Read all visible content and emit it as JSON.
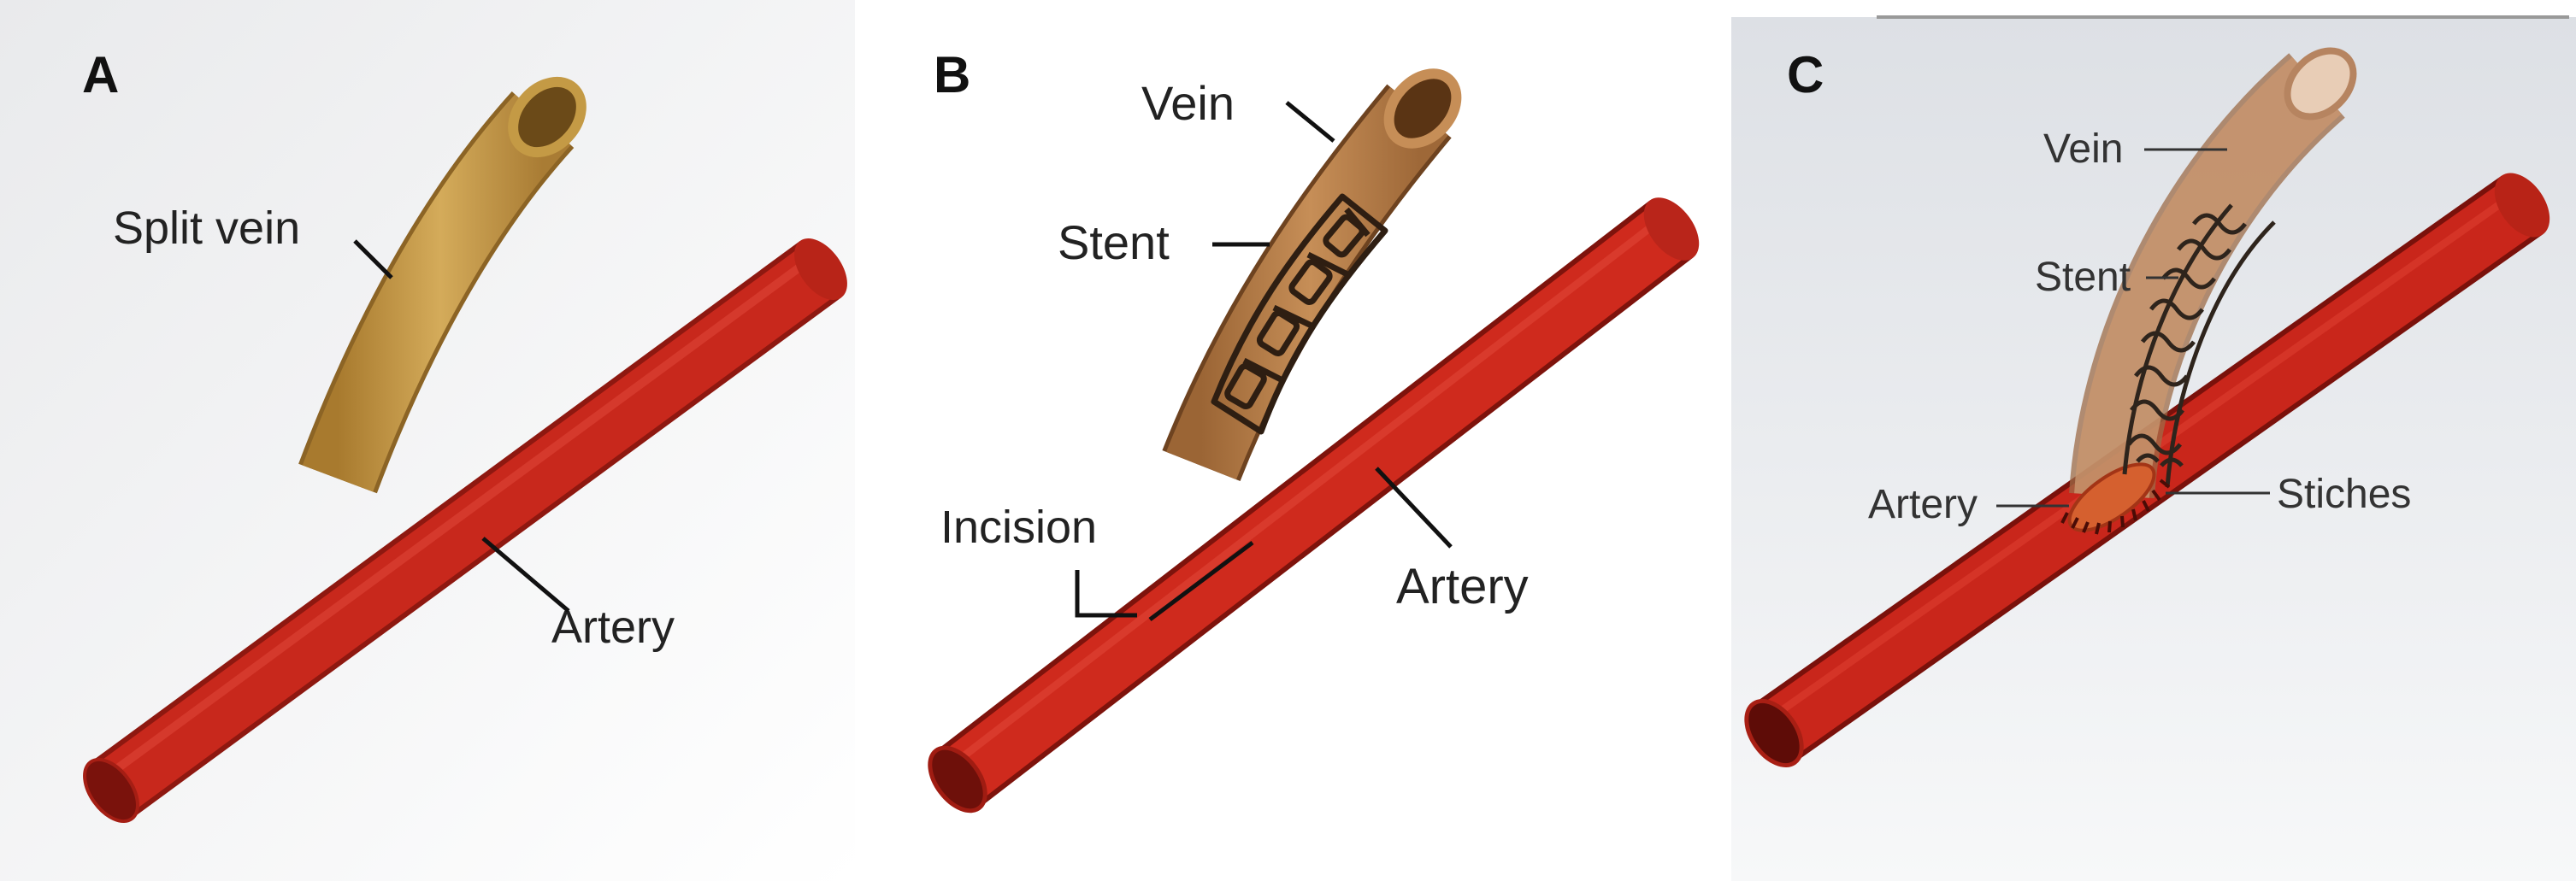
{
  "panels": [
    {
      "letter": "A",
      "labels": {
        "vein": "Split vein",
        "artery": "Artery"
      }
    },
    {
      "letter": "B",
      "labels": {
        "vein": "Vein",
        "stent": "Stent",
        "incision": "Incision",
        "artery": "Artery"
      }
    },
    {
      "letter": "C",
      "labels": {
        "vein": "Vein",
        "stent": "Stent",
        "artery": "Artery",
        "stitches": "Stiches"
      }
    }
  ],
  "colors": {
    "artery": "#c8281c",
    "artery_dark": "#8e1810",
    "vein_a": "#c49a45",
    "vein_b": "#b98049",
    "vein_c": "#c9966f",
    "stent": "#3a2a1e"
  }
}
